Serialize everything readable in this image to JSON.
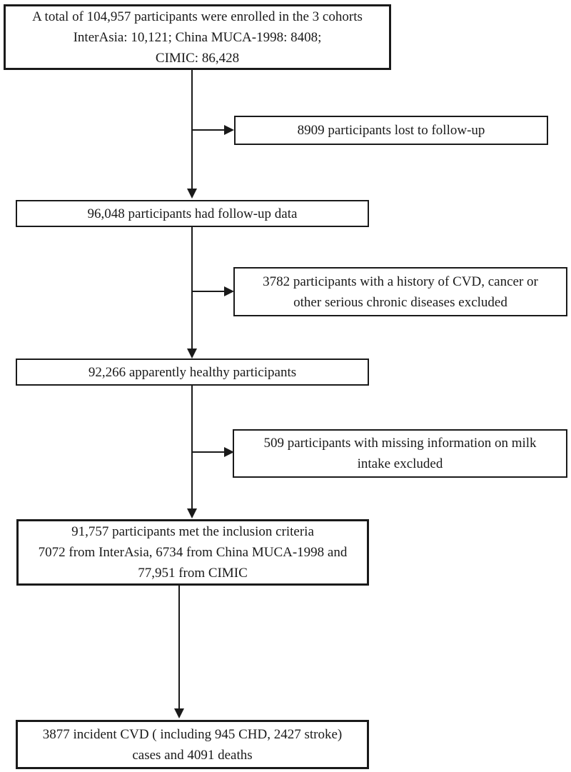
{
  "diagram": {
    "colors": {
      "border": "#1a1a1a",
      "text": "#1a1a1a",
      "background": "#ffffff"
    },
    "icons": {
      "arrow_down": "filled-triangle-down",
      "arrow_right": "filled-triangle-right"
    },
    "boxes": {
      "enrolled": {
        "line1": "A total of 104,957 participants were enrolled in the 3 cohorts",
        "line2": "InterAsia: 10,121; China MUCA-1998: 8408;",
        "line3": "CIMIC: 86,428"
      },
      "lost_followup": {
        "line1": "8909 participants lost to follow-up"
      },
      "had_followup": {
        "line1": "96,048 participants had follow-up data"
      },
      "history_excluded": {
        "line1": "3782 participants with a history of CVD, cancer or",
        "line2": "other serious chronic diseases excluded"
      },
      "healthy": {
        "line1": "92,266 apparently healthy participants"
      },
      "missing_milk": {
        "line1": "509 participants with missing information on milk",
        "line2": "intake excluded"
      },
      "inclusion": {
        "line1": "91,757 participants met the inclusion criteria",
        "line2": "7072 from InterAsia, 6734 from China MUCA-1998 and",
        "line3": "77,951 from CIMIC"
      },
      "outcomes": {
        "line1": "3877 incident CVD ( including 945 CHD, 2427 stroke)",
        "line2": "cases and 4091 deaths"
      }
    }
  }
}
